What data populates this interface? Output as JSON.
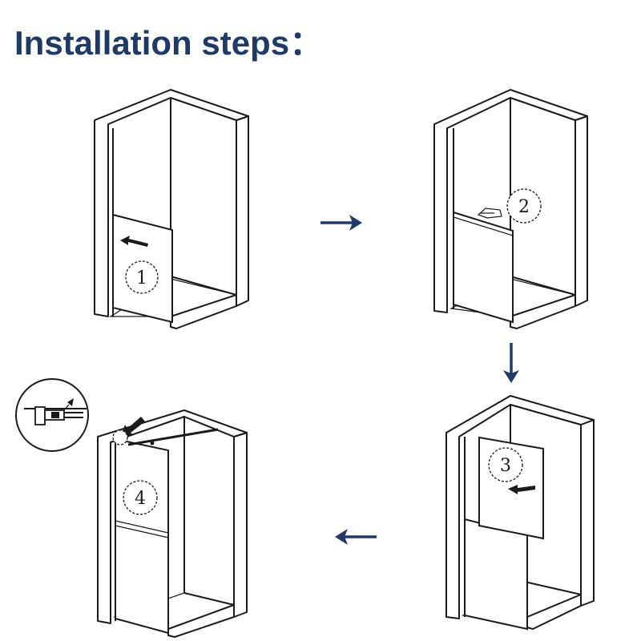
{
  "title": "Installation steps：",
  "colors": {
    "accent": "#1f3a66",
    "line": "#1a1a1a",
    "background": "#ffffff"
  },
  "steps": [
    {
      "number": "1"
    },
    {
      "number": "2"
    },
    {
      "number": "3"
    },
    {
      "number": "4"
    }
  ]
}
